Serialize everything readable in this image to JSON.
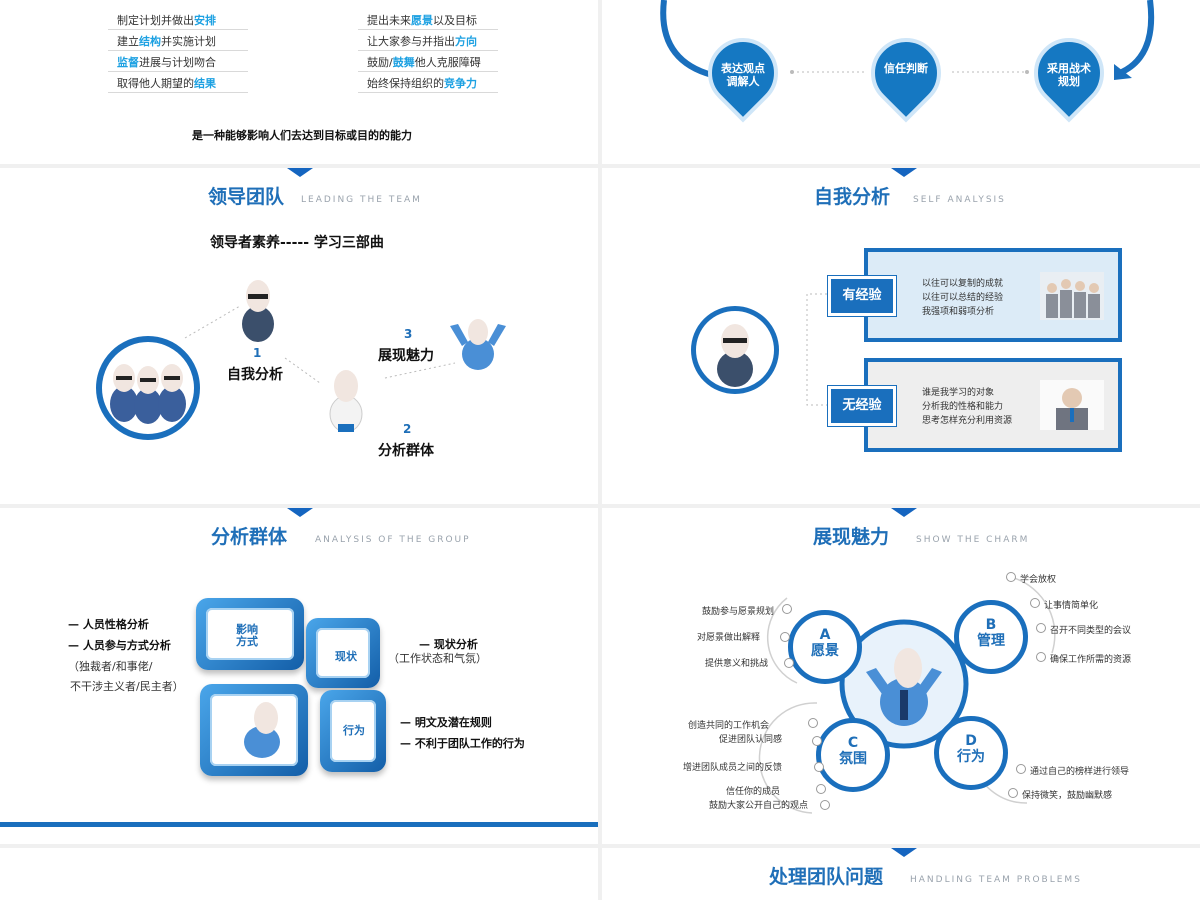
{
  "panel_tl": {
    "left_items": [
      {
        "pre": "制定计划并做出",
        "hl": "安排",
        "post": ""
      },
      {
        "pre": "建立",
        "hl": "结构",
        "post": "并实施计划"
      },
      {
        "pre": "",
        "hl": "监督",
        "post": "进展与计划吻合"
      },
      {
        "pre": "取得他人期望的",
        "hl": "结果",
        "post": ""
      }
    ],
    "right_items": [
      {
        "pre": "提出未来",
        "hl": "愿景",
        "post": "以及目标"
      },
      {
        "pre": "让大家参与并指出",
        "hl": "方向",
        "post": ""
      },
      {
        "pre": "鼓励/",
        "hl": "鼓舞",
        "post": "他人克服障碍"
      },
      {
        "pre": "始终保持组织的",
        "hl": "竞争力",
        "post": ""
      }
    ],
    "summary": "是一种能够影响人们去达到目标或目的的能力"
  },
  "panel_tr": {
    "pins": [
      {
        "line1": "表达观点",
        "line2": "调解人"
      },
      {
        "line1": "信任判断",
        "line2": ""
      },
      {
        "line1": "采用战术",
        "line2": "规划"
      }
    ]
  },
  "panel_ml": {
    "title": "领导团队",
    "subtitle": "LEADING THE TEAM",
    "heading": "领导者素养----- 学习三部曲",
    "steps": [
      {
        "num": "1",
        "label": "自我分析"
      },
      {
        "num": "2",
        "label": "分析群体"
      },
      {
        "num": "3",
        "label": "展现魅力"
      }
    ]
  },
  "panel_mr": {
    "title": "自我分析",
    "subtitle": "SELF ANALYSIS",
    "cards": [
      {
        "tag": "有经验",
        "lines": [
          "以往可以复制的成就",
          "以往可以总结的经验",
          "我强项和弱项分析"
        ]
      },
      {
        "tag": "无经验",
        "lines": [
          "谁是我学习的对象",
          "分析我的性格和能力",
          "思考怎样充分利用资源"
        ]
      }
    ]
  },
  "panel_bl": {
    "title": "分析群体",
    "subtitle": "ANALYSIS OF THE GROUP",
    "left_notes": [
      "— 人员性格分析",
      "— 人员参与方式分析",
      "（独裁者/和事佬/",
      "不干涉主义者/民主者）"
    ],
    "tiles": [
      "影响\n方式",
      "现状",
      "行为"
    ],
    "right_top": [
      "— 现状分析",
      "（工作状态和气氛）"
    ],
    "right_bottom": [
      "— 明文及潜在规则",
      "— 不利于团队工作的行为"
    ]
  },
  "panel_br": {
    "title": "展现魅力",
    "subtitle": "SHOW THE CHARM",
    "bubbles": [
      {
        "letter": "A",
        "name": "愿景"
      },
      {
        "letter": "B",
        "name": "管理"
      },
      {
        "letter": "C",
        "name": "氛围"
      },
      {
        "letter": "D",
        "name": "行为"
      }
    ],
    "a_items": [
      "鼓励参与愿景规划",
      "对愿景做出解释",
      "提供意义和挑战"
    ],
    "b_items": [
      "学会放权",
      "让事情简单化",
      "召开不同类型的会议",
      "确保工作所需的资源"
    ],
    "c_items": [
      "创造共同的工作机会",
      "促进团队认同感",
      "增进团队成员之间的反馈",
      "信任你的成员",
      "鼓励大家公开自己的观点"
    ],
    "d_items": [
      "通过自己的榜样进行领导",
      "保持微笑，鼓励幽默感"
    ]
  },
  "panel_xr": {
    "title": "处理团队问题",
    "subtitle": "HANDLING TEAM PROBLEMS"
  },
  "colors": {
    "accent": "#1a6fbd",
    "highlight": "#1da1e2"
  }
}
